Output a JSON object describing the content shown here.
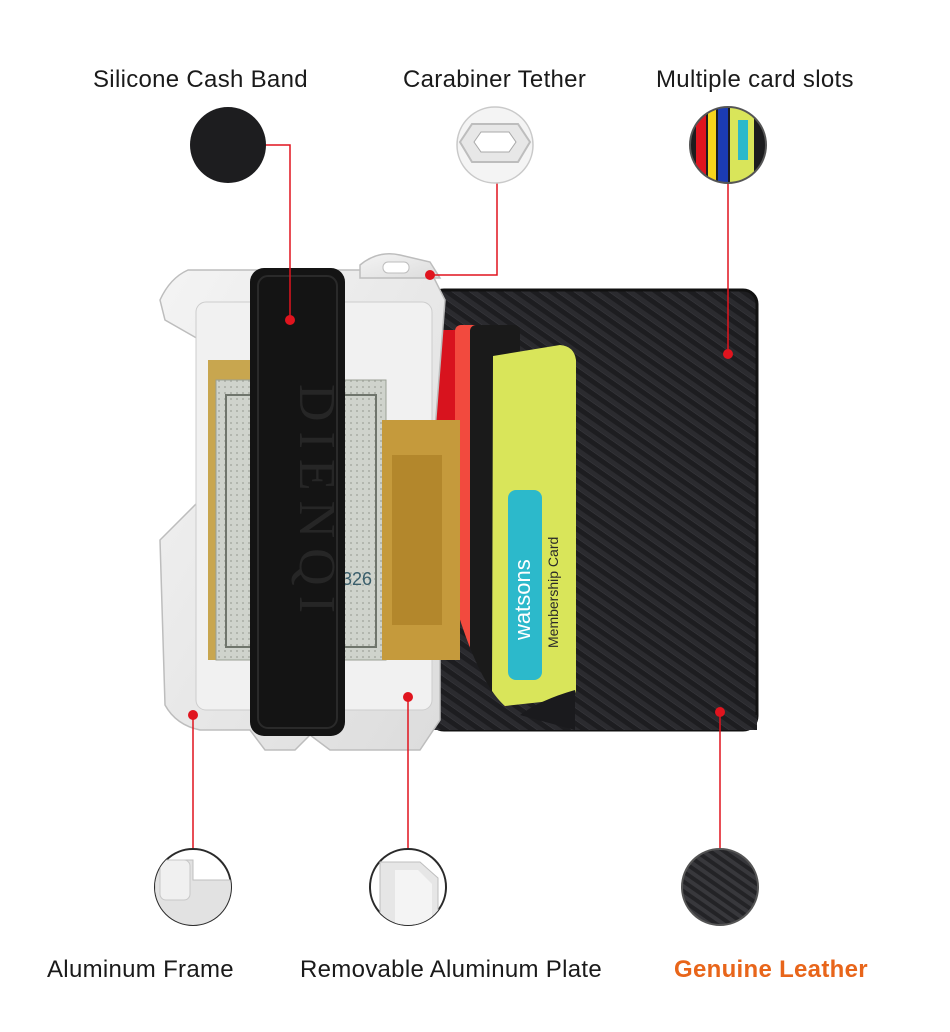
{
  "labels": {
    "cash_band": "Silicone Cash Band",
    "carabiner": "Carabiner Tether",
    "card_slots": "Multiple card slots",
    "frame": "Aluminum Frame",
    "plate": "Removable Aluminum Plate",
    "leather": "Genuine Leather"
  },
  "product": {
    "band_text": "DIENQI",
    "bill_text": "326",
    "card_brand": "watsons",
    "card_name": "Membership Card"
  },
  "colors": {
    "callout_line": "#e0141e",
    "accent_text": "#e8651a",
    "aluminum": "#e9e9e9",
    "leather": "#1c1c1f",
    "band": "#141414"
  }
}
